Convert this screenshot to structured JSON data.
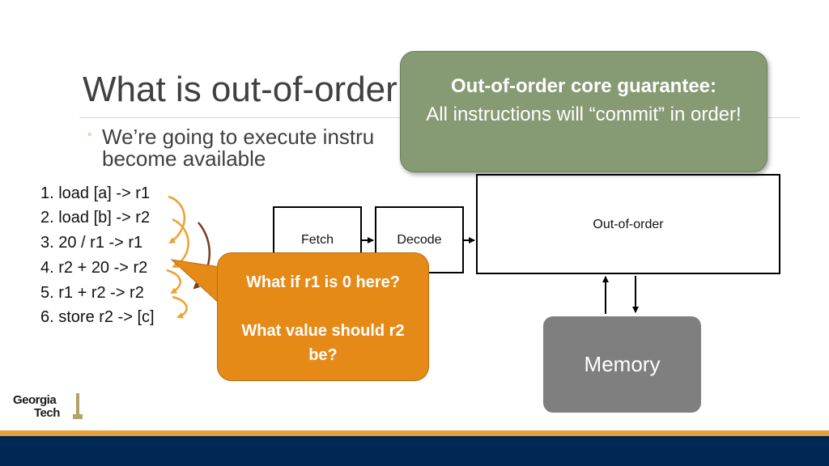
{
  "slide": {
    "title": "What is out-of-order",
    "bullet": {
      "marker": "◦",
      "line1": "We’re going to execute instru",
      "line2": "become available"
    },
    "instructions": [
      "1. load [a] -> r1",
      "2. load [b] -> r2",
      "3. 20 / r1 -> r1",
      "4. r2 + 20 -> r2",
      "5. r1 + r2 -> r2",
      "6. store r2 -> [c]"
    ]
  },
  "pipeline": {
    "fetch_label": "Fetch",
    "decode_label": "Decode",
    "ooo_label": "Out-of-order",
    "memory_label": "Memory"
  },
  "callouts": {
    "guarantee_title": "Out-of-order core guarantee:",
    "guarantee_body": "All instructions will “commit” in order!",
    "question_line1": "What if r1 is 0 here?",
    "question_line2": "What value should r2 be?"
  },
  "logo": {
    "line1": "Georgia",
    "line2": "Tech"
  },
  "colors": {
    "guarantee_fill": "#869a74",
    "question_fill": "#e58a17",
    "memory_fill": "#7f7f7f",
    "footer_orange": "#e8a13a",
    "footer_navy": "#002855",
    "dependency_arrow_orange": "#f0a030",
    "dependency_arrow_brown": "#7a3b1e"
  }
}
